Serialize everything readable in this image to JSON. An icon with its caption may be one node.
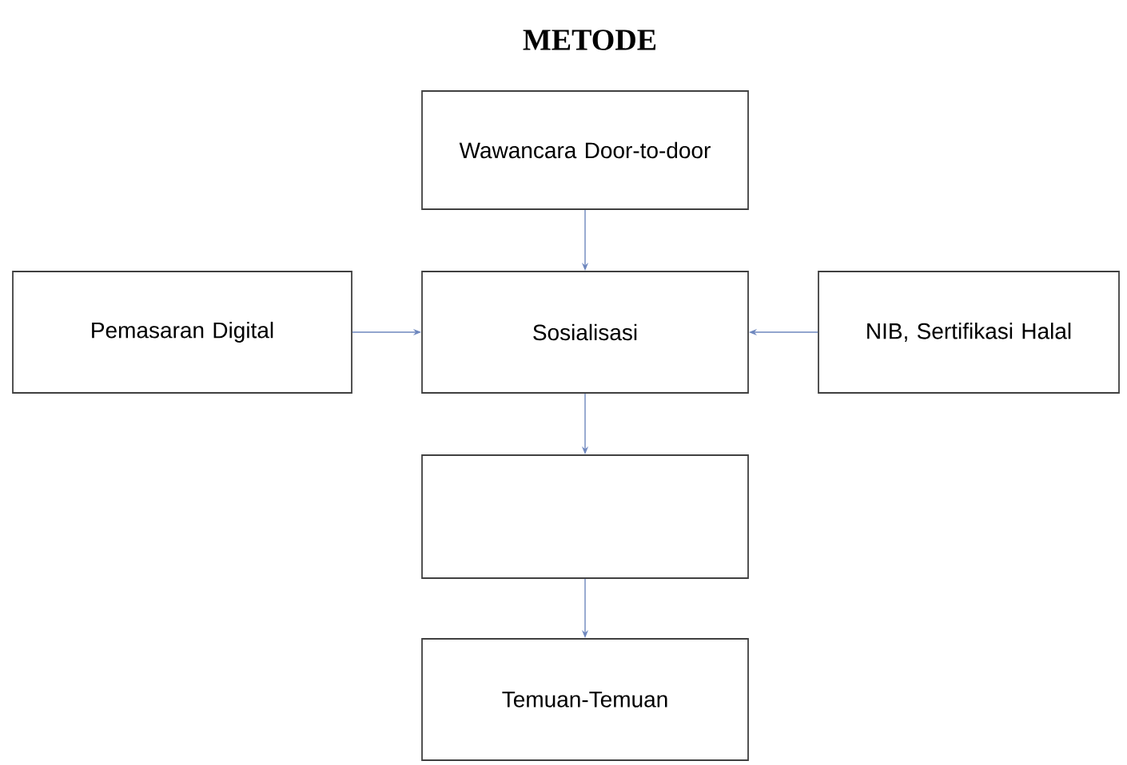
{
  "diagram": {
    "title": "METODE",
    "nodes": [
      {
        "text": [
          "Wawancara Door-to-door"
        ]
      },
      {
        "text": [
          "Pemasaran Digital"
        ]
      },
      {
        "text": [
          "Sosialisasi"
        ]
      },
      {
        "text": [
          "NIB, Sertifikasi Halal"
        ]
      },
      {
        "text": [],
        "shape": "box"
      },
      {
        "text": [
          "Temuan-Temuan"
        ]
      }
    ],
    "edges": [
      {
        "from": 0,
        "to": 2,
        "arrow": "to"
      },
      {
        "from": 1,
        "to": 2,
        "arrow": "to"
      },
      {
        "from": 3,
        "to": 2,
        "arrow": "to"
      },
      {
        "from": 2,
        "to": 4,
        "arrow": "to"
      },
      {
        "from": 4,
        "to": 5,
        "arrow": "to"
      }
    ]
  }
}
